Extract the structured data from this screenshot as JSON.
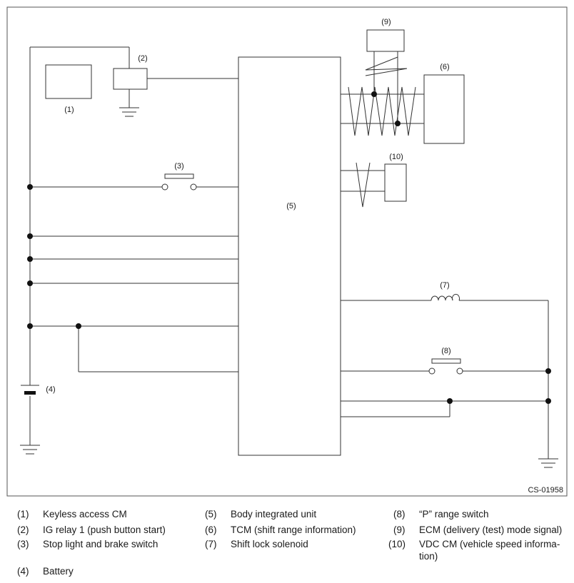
{
  "figure_id": "CS-01958",
  "labels": {
    "l1": "(1)",
    "l2": "(2)",
    "l3": "(3)",
    "l4": "(4)",
    "l5": "(5)",
    "l6": "(6)",
    "l7": "(7)",
    "l8": "(8)",
    "l9": "(9)",
    "l10": "(10)"
  },
  "legend": [
    {
      "num": "(1)",
      "text": "Keyless access CM"
    },
    {
      "num": "(2)",
      "text": "IG relay 1 (push button start)"
    },
    {
      "num": "(3)",
      "text": "Stop light and brake switch"
    },
    {
      "num": "(4)",
      "text": "Battery"
    },
    {
      "num": "(5)",
      "text": "Body integrated unit"
    },
    {
      "num": "(6)",
      "text": "TCM (shift range information)"
    },
    {
      "num": "(7)",
      "text": "Shift lock solenoid"
    },
    {
      "num": "(8)",
      "text": "“P” range switch"
    },
    {
      "num": "(9)",
      "text": "ECM (delivery (test) mode signal)"
    },
    {
      "num": "(10)",
      "text": "VDC CM (vehicle speed informa-"
    },
    {
      "num": "",
      "text": "tion)"
    }
  ]
}
